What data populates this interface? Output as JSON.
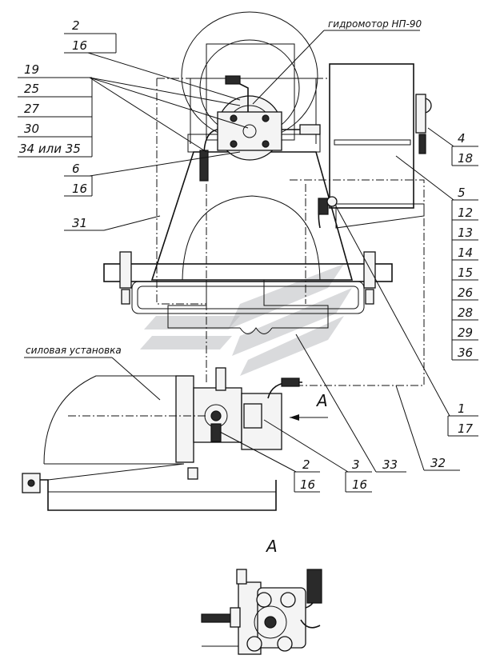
{
  "title": "гидромотор НП-90",
  "power_unit_label": "силовая установка",
  "view_label": "A",
  "view_arrow_label": "A",
  "callouts_left": [
    "2",
    "16",
    "19",
    "25",
    "27",
    "30",
    "34 или 35",
    "6",
    "16",
    "31"
  ],
  "callouts_right": [
    "4",
    "18",
    "5",
    "12",
    "13",
    "14",
    "15",
    "26",
    "28",
    "29",
    "36",
    "1",
    "17",
    "32"
  ],
  "callouts_bottom": [
    "2",
    "16",
    "3",
    "16",
    "33"
  ]
}
